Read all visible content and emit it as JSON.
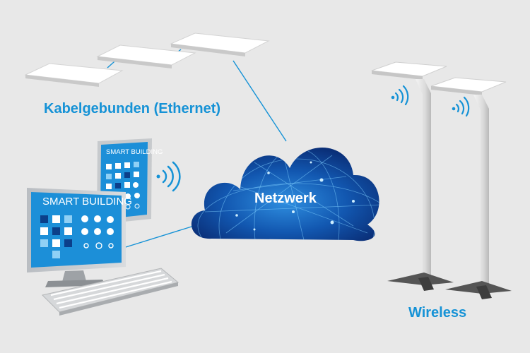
{
  "labels": {
    "wired": "Kabelgebunden (Ethernet)",
    "wireless": "Wireless",
    "network": "Netzwerk"
  },
  "screens": {
    "main_title": "SMART BUILDING",
    "tablet_title": "SMART BUILDING"
  },
  "colors": {
    "accent": "#1592d6",
    "background": "#e8e8e8",
    "cloud_dark": "#0a3f8c",
    "screen_blue": "#1c8fd8"
  },
  "icons": [
    "ceiling-light-panel",
    "floor-lamp",
    "wifi-signal",
    "monitor",
    "tablet",
    "keyboard",
    "network-cloud"
  ]
}
